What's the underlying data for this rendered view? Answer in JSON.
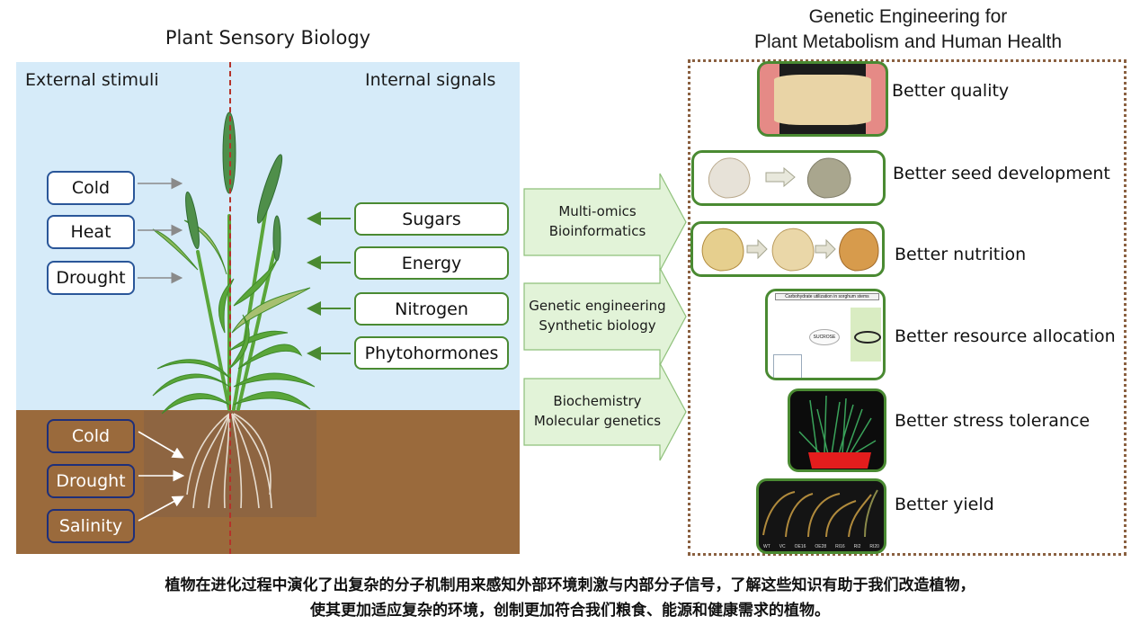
{
  "left_panel": {
    "title": "Plant Sensory Biology",
    "external_header": "External stimuli",
    "internal_header": "Internal signals",
    "aboveground_stimuli": [
      "Cold",
      "Heat",
      "Drought"
    ],
    "internal_signals": [
      "Sugars",
      "Energy",
      "Nitrogen",
      "Phytohormones"
    ],
    "belowground_stimuli": [
      "Cold",
      "Drought",
      "Salinity"
    ]
  },
  "methods": [
    {
      "line1": "Multi-omics",
      "line2": "Bioinformatics"
    },
    {
      "line1": "Genetic engineering",
      "line2": "Synthetic biology"
    },
    {
      "line1": "Biochemistry",
      "line2": "Molecular genetics"
    }
  ],
  "right_panel": {
    "title_line1": "Genetic Engineering for",
    "title_line2": "Plant Metabolism and Human Health",
    "benefits": [
      "Better quality",
      "Better seed development",
      "Better nutrition",
      "Better resource allocation",
      "Better stress tolerance",
      "Better yield"
    ],
    "resource_diagram": {
      "title": "Carbohydrate utilization in sorghum stems",
      "center": "SUCROSE"
    },
    "yield_labels": [
      "WT",
      "VC",
      "OE16",
      "OE28",
      "RI16",
      "RI2",
      "RI20"
    ]
  },
  "caption": {
    "line1": "植物在进化过程中演化了出复杂的分子机制用来感知外部环境刺激与内部分子信号，了解这些知识有助于我们改造植物，",
    "line2": "使其更加适应复杂的环境，创制更加符合我们粮食、能源和健康需求的植物。"
  },
  "colors": {
    "sky": "#d6ebf9",
    "soil": "#9a6a3c",
    "stimulus_border": "#2a5699",
    "signal_border": "#4a8a32",
    "divider": "#b5322a",
    "method_fill": "#e2f3d8",
    "frame": "#8a6040"
  }
}
